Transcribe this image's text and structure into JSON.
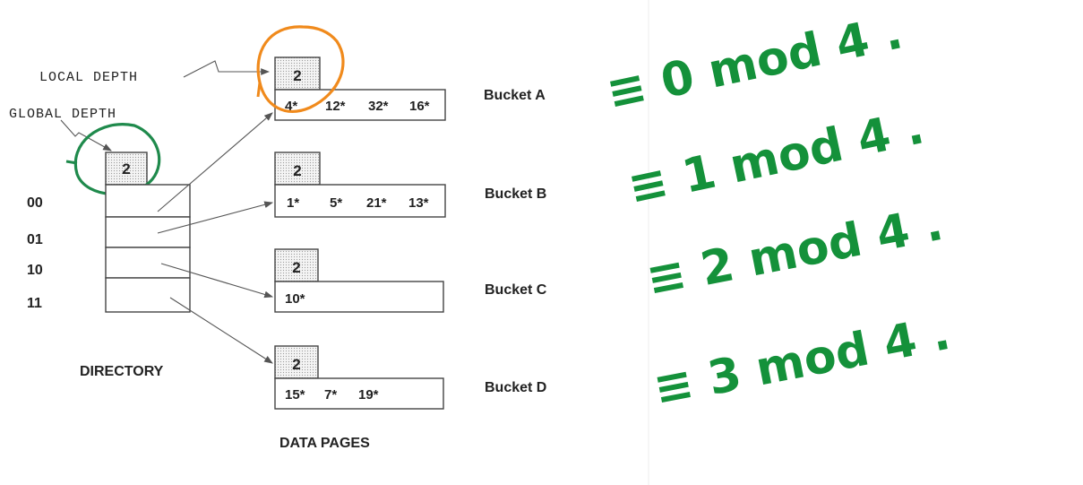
{
  "labels": {
    "local_depth": "LOCAL DEPTH",
    "global_depth": "GLOBAL DEPTH",
    "directory": "DIRECTORY",
    "data_pages": "DATA PAGES"
  },
  "global_depth_value": "2",
  "directory": {
    "entries": [
      "00",
      "01",
      "10",
      "11"
    ]
  },
  "buckets": [
    {
      "name": "Bucket A",
      "depth": "2",
      "entries": [
        "4*",
        "12*",
        "32*",
        "16*"
      ]
    },
    {
      "name": "Bucket B",
      "depth": "2",
      "entries": [
        "1*",
        "5*",
        "21*",
        "13*"
      ]
    },
    {
      "name": "Bucket C",
      "depth": "2",
      "entries": [
        "10*"
      ]
    },
    {
      "name": "Bucket D",
      "depth": "2",
      "entries": [
        "15*",
        "7*",
        "19*"
      ]
    }
  ],
  "annotations": [
    "≡ 0 mod 4 .",
    "≡ 1 mod 4 .",
    "≡ 2 mod 4 .",
    "≡ 3 mod 4 ."
  ],
  "colors": {
    "annotation_green": "#14913a",
    "local_circle": "#f08a1c",
    "global_circle": "#1f8a4c"
  }
}
